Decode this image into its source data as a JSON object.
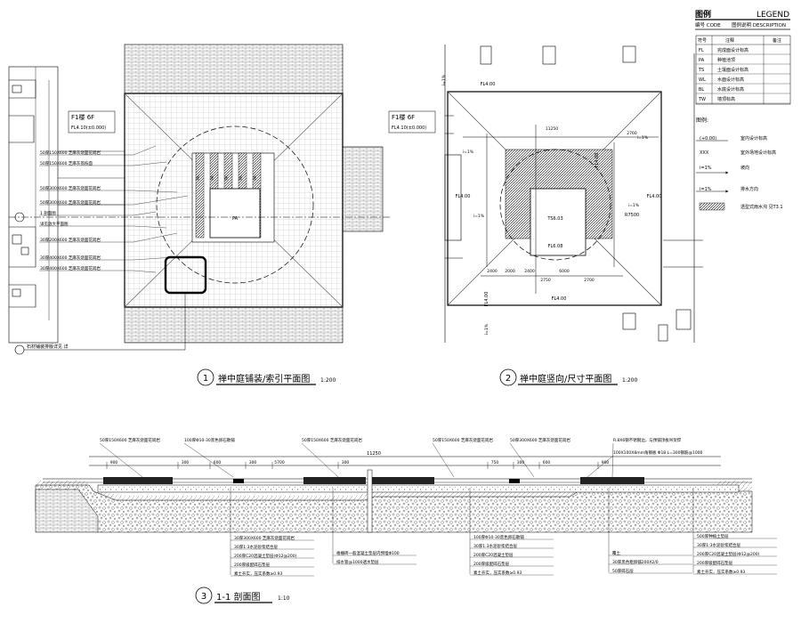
{
  "legend": {
    "title_cn": "图例",
    "title_en": "LEGEND",
    "code_header": "编号 CODE",
    "desc_header": "图例说明 DESCRIPTION",
    "table_headers": [
      "符号",
      "注释",
      "备注"
    ],
    "rows": [
      {
        "code": "FL",
        "desc": "完成面设计标高"
      },
      {
        "code": "PA",
        "desc": "种植池顶"
      },
      {
        "code": "TS",
        "desc": "土壤面设计标高"
      },
      {
        "code": "WL",
        "desc": "水面设计标高"
      },
      {
        "code": "BL",
        "desc": "水底设计标高"
      },
      {
        "code": "TW",
        "desc": "墙顶标高"
      }
    ],
    "symbols_title": "图例:",
    "symbol_items": [
      {
        "symbol": "(+0.00)",
        "desc": "室内设计标高"
      },
      {
        "symbol": "XXX",
        "desc": "室外场地设计标高"
      },
      {
        "symbol": "i=1%",
        "desc": "坡向"
      },
      {
        "symbol": "i=1%",
        "desc": "排水方向"
      },
      {
        "symbol": "",
        "desc": "透型式雨水沟 见T3.1"
      }
    ]
  },
  "plan1": {
    "building_label": "F1楼 6F",
    "building_elev": "FL4.10(±0.000)",
    "center_label": "PA",
    "strip_labels": [
      "PA",
      "PA",
      "PA",
      "PA",
      "PA"
    ],
    "callouts": [
      "50厚150X600 芝麻灰烧面花岗岩",
      "50厚150X600 芝麻灰荔枝面",
      "50厚300X600 芝麻灰烧面花岗岩",
      "50厚300X600 芝麻灰烧面花岗岩",
      "1 剖面图",
      "详见放大平面图",
      "30厚200X600 芝麻灰烧面花岗岩",
      "30厚400X600 芝麻灰烧面花岗岩",
      "30厚400X600 芝麻灰烧面花岗岩"
    ],
    "bottom_note": "石材铺装排版详见 详",
    "title_num": "1",
    "title": "禅中庭铺装/索引平面图",
    "scale": "1:200"
  },
  "plan2": {
    "building_label": "F1楼 6F",
    "building_elev": "FL4.10(±0.000)",
    "elevations": [
      "FL4.00",
      "FL4.00",
      "FL4.00",
      "FL4.00",
      "FL4.00",
      "FL4.00"
    ],
    "center_ts": "TS6.03",
    "center_fl": "FL6.08",
    "slope_labels": [
      "i=1%",
      "i=1%",
      "i=1%",
      "i=1%",
      "i=1%",
      "i=1%"
    ],
    "dims": [
      "11250",
      "2760",
      "2400",
      "2000",
      "2400",
      "2750",
      "6000",
      "2700"
    ],
    "radius_label": "R7500",
    "title_num": "2",
    "title": "禅中庭竖向/尺寸平面图",
    "scale": "1:200"
  },
  "section": {
    "top_callouts": [
      "50厚150X600 芝麻灰烧面花岗岩",
      "100厚Φ10-30黑色卵石散铺",
      "50厚150X600 芝麻灰烧面花岗岩",
      "50厚150X600 芝麻灰烧面花岗岩",
      "50厚300X600 芝麻灰烧面花岗岩",
      "R.8X6钢不锈钢边，与预铺顶板吊架焊",
      "100X100X8mm角钢板 Φ18 L=300钢筋@1000"
    ],
    "dims": [
      "900",
      "300",
      "600",
      "300",
      "5700",
      "300",
      "750",
      "300",
      "600",
      "900"
    ],
    "total_dim": "11250",
    "bottom_left": [
      "30厚300X600 芝麻灰烧面花岗岩",
      "30厚1:3水泥砂浆结合层",
      "200厚C20混凝土垫层(Φ12@200)",
      "200厚级配碎石垫层",
      "素土夯实，压实系数≥0.93"
    ],
    "bottom_mid": [
      "格栅砖一般混凝土垫层内预埋Φ100",
      "排水管@1000透水垫层"
    ],
    "bottom_right1": [
      "100厚Φ10-30黑色卵石散铺",
      "30厚1:3水泥砂浆结合层",
      "200厚C20混凝土垫层",
      "200厚级配碎石垫层",
      "素土夯实，压实系数≥0.93"
    ],
    "bottom_right2": [
      "覆土",
      "30厚黑色粗卵铺200X2/0",
      "50厚碎石层"
    ],
    "bottom_right3": [
      "500厚种植土垫层",
      "30厚1:3水泥砂浆结合层",
      "200厚C20混凝土垫层(Φ12@200)",
      "200厚级配碎石垫层",
      "素土夯实，压实系数≥0.93"
    ],
    "title_num": "3",
    "title": "1-1 剖面图",
    "scale": "1:10"
  }
}
